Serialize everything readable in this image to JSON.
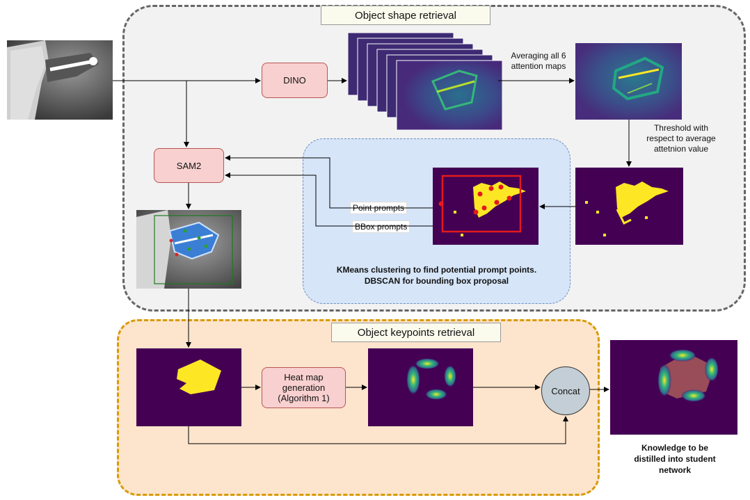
{
  "regions": {
    "shape_title": "Object shape retrieval",
    "keypoints_title": "Object keypoints retrieval"
  },
  "nodes": {
    "dino": "DINO",
    "sam2": "SAM2",
    "heatmap_line1": "Heat map",
    "heatmap_line2": "generation",
    "heatmap_line3": "(Algorithm 1)",
    "concat": "Concat"
  },
  "labels": {
    "averaging_line1": "Averaging all 6",
    "averaging_line2": "attention maps",
    "threshold_line1": "Threshold with",
    "threshold_line2": "respect to average",
    "threshold_line3": "attetnion value",
    "point_prompts": "Point prompts",
    "bbox_prompts": "BBox prompts",
    "kmeans_line1": "KMeans clustering to find potential prompt points.",
    "kmeans_line2": "DBSCAN for bounding box proposal",
    "knowledge_line1": "Knowledge to be",
    "knowledge_line2": "distilled into student",
    "knowledge_line3": "network"
  },
  "colors": {
    "viridis_bg": "#440154",
    "yellow": "#fde725",
    "teal": "#21918c",
    "bbox_red": "#e31a1c",
    "mask_blue": "#3b7fd4",
    "proc_fill": "#f8d0d0",
    "concat_fill": "#c3ced6"
  }
}
